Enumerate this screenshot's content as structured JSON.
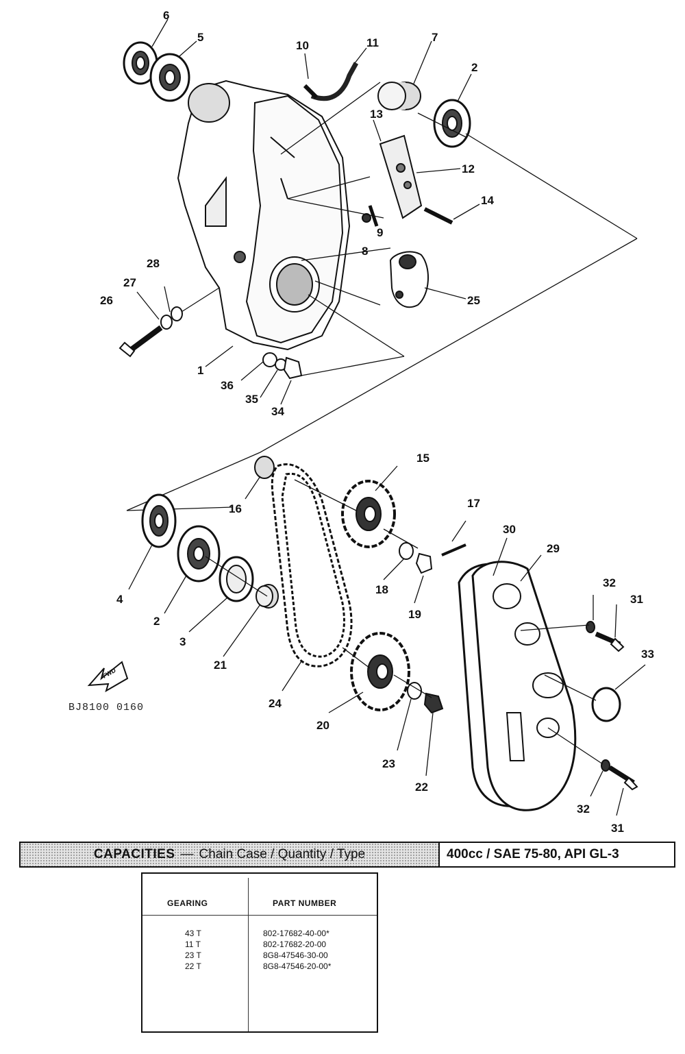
{
  "callouts": [
    {
      "id": "6",
      "label": "6"
    },
    {
      "id": "5",
      "label": "5"
    },
    {
      "id": "10",
      "label": "10"
    },
    {
      "id": "11",
      "label": "11"
    },
    {
      "id": "7",
      "label": "7"
    },
    {
      "id": "2a",
      "label": "2"
    },
    {
      "id": "13",
      "label": "13"
    },
    {
      "id": "12",
      "label": "12"
    },
    {
      "id": "14",
      "label": "14"
    },
    {
      "id": "9",
      "label": "9"
    },
    {
      "id": "8",
      "label": "8"
    },
    {
      "id": "25",
      "label": "25"
    },
    {
      "id": "28",
      "label": "28"
    },
    {
      "id": "27",
      "label": "27"
    },
    {
      "id": "26",
      "label": "26"
    },
    {
      "id": "1",
      "label": "1"
    },
    {
      "id": "36",
      "label": "36"
    },
    {
      "id": "35",
      "label": "35"
    },
    {
      "id": "34",
      "label": "34"
    },
    {
      "id": "15",
      "label": "15"
    },
    {
      "id": "16",
      "label": "16"
    },
    {
      "id": "17",
      "label": "17"
    },
    {
      "id": "30",
      "label": "30"
    },
    {
      "id": "29",
      "label": "29"
    },
    {
      "id": "18",
      "label": "18"
    },
    {
      "id": "19",
      "label": "19"
    },
    {
      "id": "32a",
      "label": "32"
    },
    {
      "id": "31a",
      "label": "31"
    },
    {
      "id": "33",
      "label": "33"
    },
    {
      "id": "4",
      "label": "4"
    },
    {
      "id": "2b",
      "label": "2"
    },
    {
      "id": "3",
      "label": "3"
    },
    {
      "id": "21",
      "label": "21"
    },
    {
      "id": "24",
      "label": "24"
    },
    {
      "id": "20",
      "label": "20"
    },
    {
      "id": "23",
      "label": "23"
    },
    {
      "id": "22",
      "label": "22"
    },
    {
      "id": "32b",
      "label": "32"
    },
    {
      "id": "31b",
      "label": "31"
    }
  ],
  "fwd_label": "FWD",
  "figure_code": "BJ8100 0160",
  "capacities": {
    "title": "CAPACITIES",
    "dash": "—",
    "subject": "Chain Case / Quantity / Type",
    "value": "400cc / SAE 75-80, API GL-3"
  },
  "gearing_table": {
    "headers": [
      "GEARING",
      "PART NUMBER"
    ],
    "rows": [
      [
        "43 T",
        "802-17682-40-00*"
      ],
      [
        "11 T",
        "802-17682-20-00"
      ],
      [
        "23 T",
        "8G8-47546-30-00"
      ],
      [
        "22 T",
        "8G8-47546-20-00*"
      ]
    ]
  }
}
